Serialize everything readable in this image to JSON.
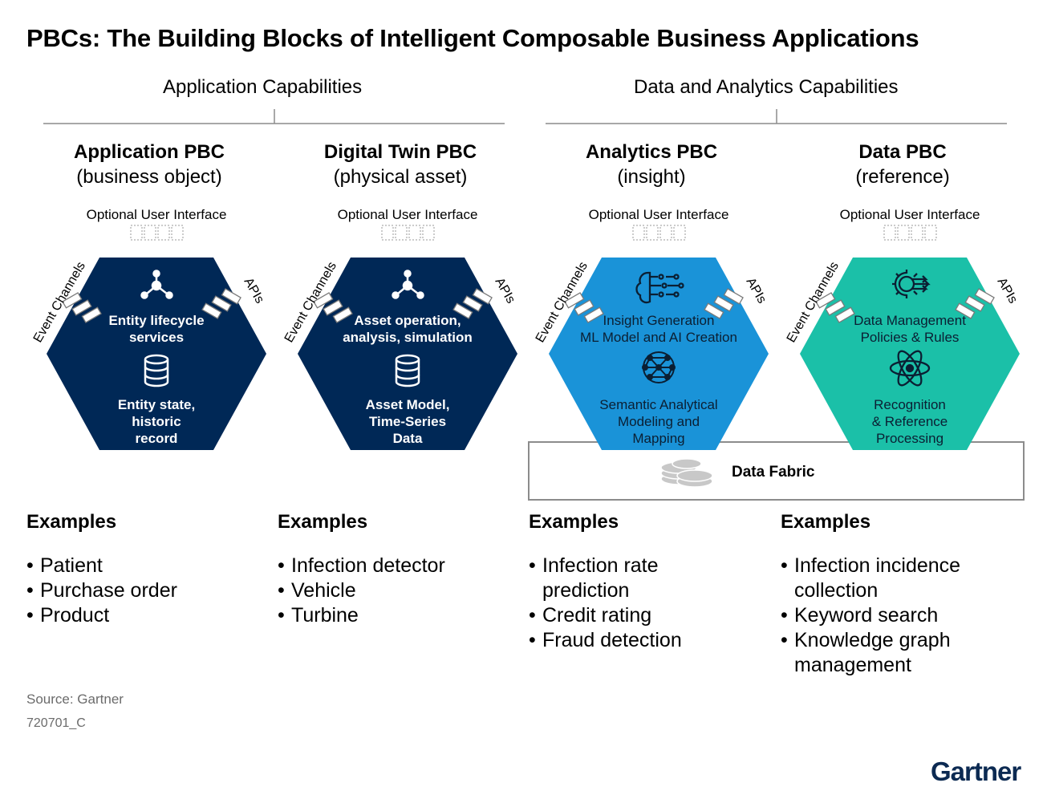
{
  "title": "PBCs: The Building Blocks of Intelligent Composable Business Applications",
  "groups": {
    "app": "Application Capabilities",
    "data": "Data and Analytics Capabilities"
  },
  "side_labels": {
    "event": "Event Channels",
    "apis": "APIs"
  },
  "optional_ui": "Optional User Interface",
  "data_fabric": "Data Fabric",
  "examples_heading": "Examples",
  "pbcs": [
    {
      "name": "Application PBC",
      "sub": "(business object)",
      "top_line1": "Entity lifecycle",
      "top_line2": "services",
      "bottom_line1": "Entity state,",
      "bottom_line2": "historic",
      "bottom_line3": "record",
      "color": "#002856",
      "examples": [
        "Patient",
        "Purchase order",
        "Product"
      ]
    },
    {
      "name": "Digital Twin PBC",
      "sub": "(physical asset)",
      "top_line1": "Asset operation,",
      "top_line2": "analysis, simulation",
      "bottom_line1": "Asset Model,",
      "bottom_line2": "Time-Series",
      "bottom_line3": "Data",
      "color": "#002856",
      "examples": [
        "Infection detector",
        "Vehicle",
        "Turbine"
      ]
    },
    {
      "name": "Analytics PBC",
      "sub": "(insight)",
      "top_line1": "Insight Generation",
      "top_line2": "ML Model and AI Creation",
      "bottom_line1": "Semantic Analytical",
      "bottom_line2": "Modeling and",
      "bottom_line3": "Mapping",
      "color": "#1a93d8",
      "examples": [
        "Infection rate prediction",
        "Credit rating",
        "Fraud  detection"
      ]
    },
    {
      "name": "Data PBC",
      "sub": "(reference)",
      "top_line1": "Data Management",
      "top_line2": "Policies & Rules",
      "bottom_line1": "Recognition",
      "bottom_line2": "& Reference",
      "bottom_line3": "Processing",
      "color": "#1bc0a8",
      "examples": [
        "Infection incidence collection",
        "Keyword search",
        "Knowledge graph management"
      ]
    }
  ],
  "source": "Source: Gartner",
  "doc_id": "720701_C",
  "logo": "Gartner",
  "icons": [
    "network-icon",
    "database-icon",
    "brain-icon",
    "neural-net-icon",
    "gear-arrows-icon",
    "atom-icon",
    "coins-icon"
  ]
}
